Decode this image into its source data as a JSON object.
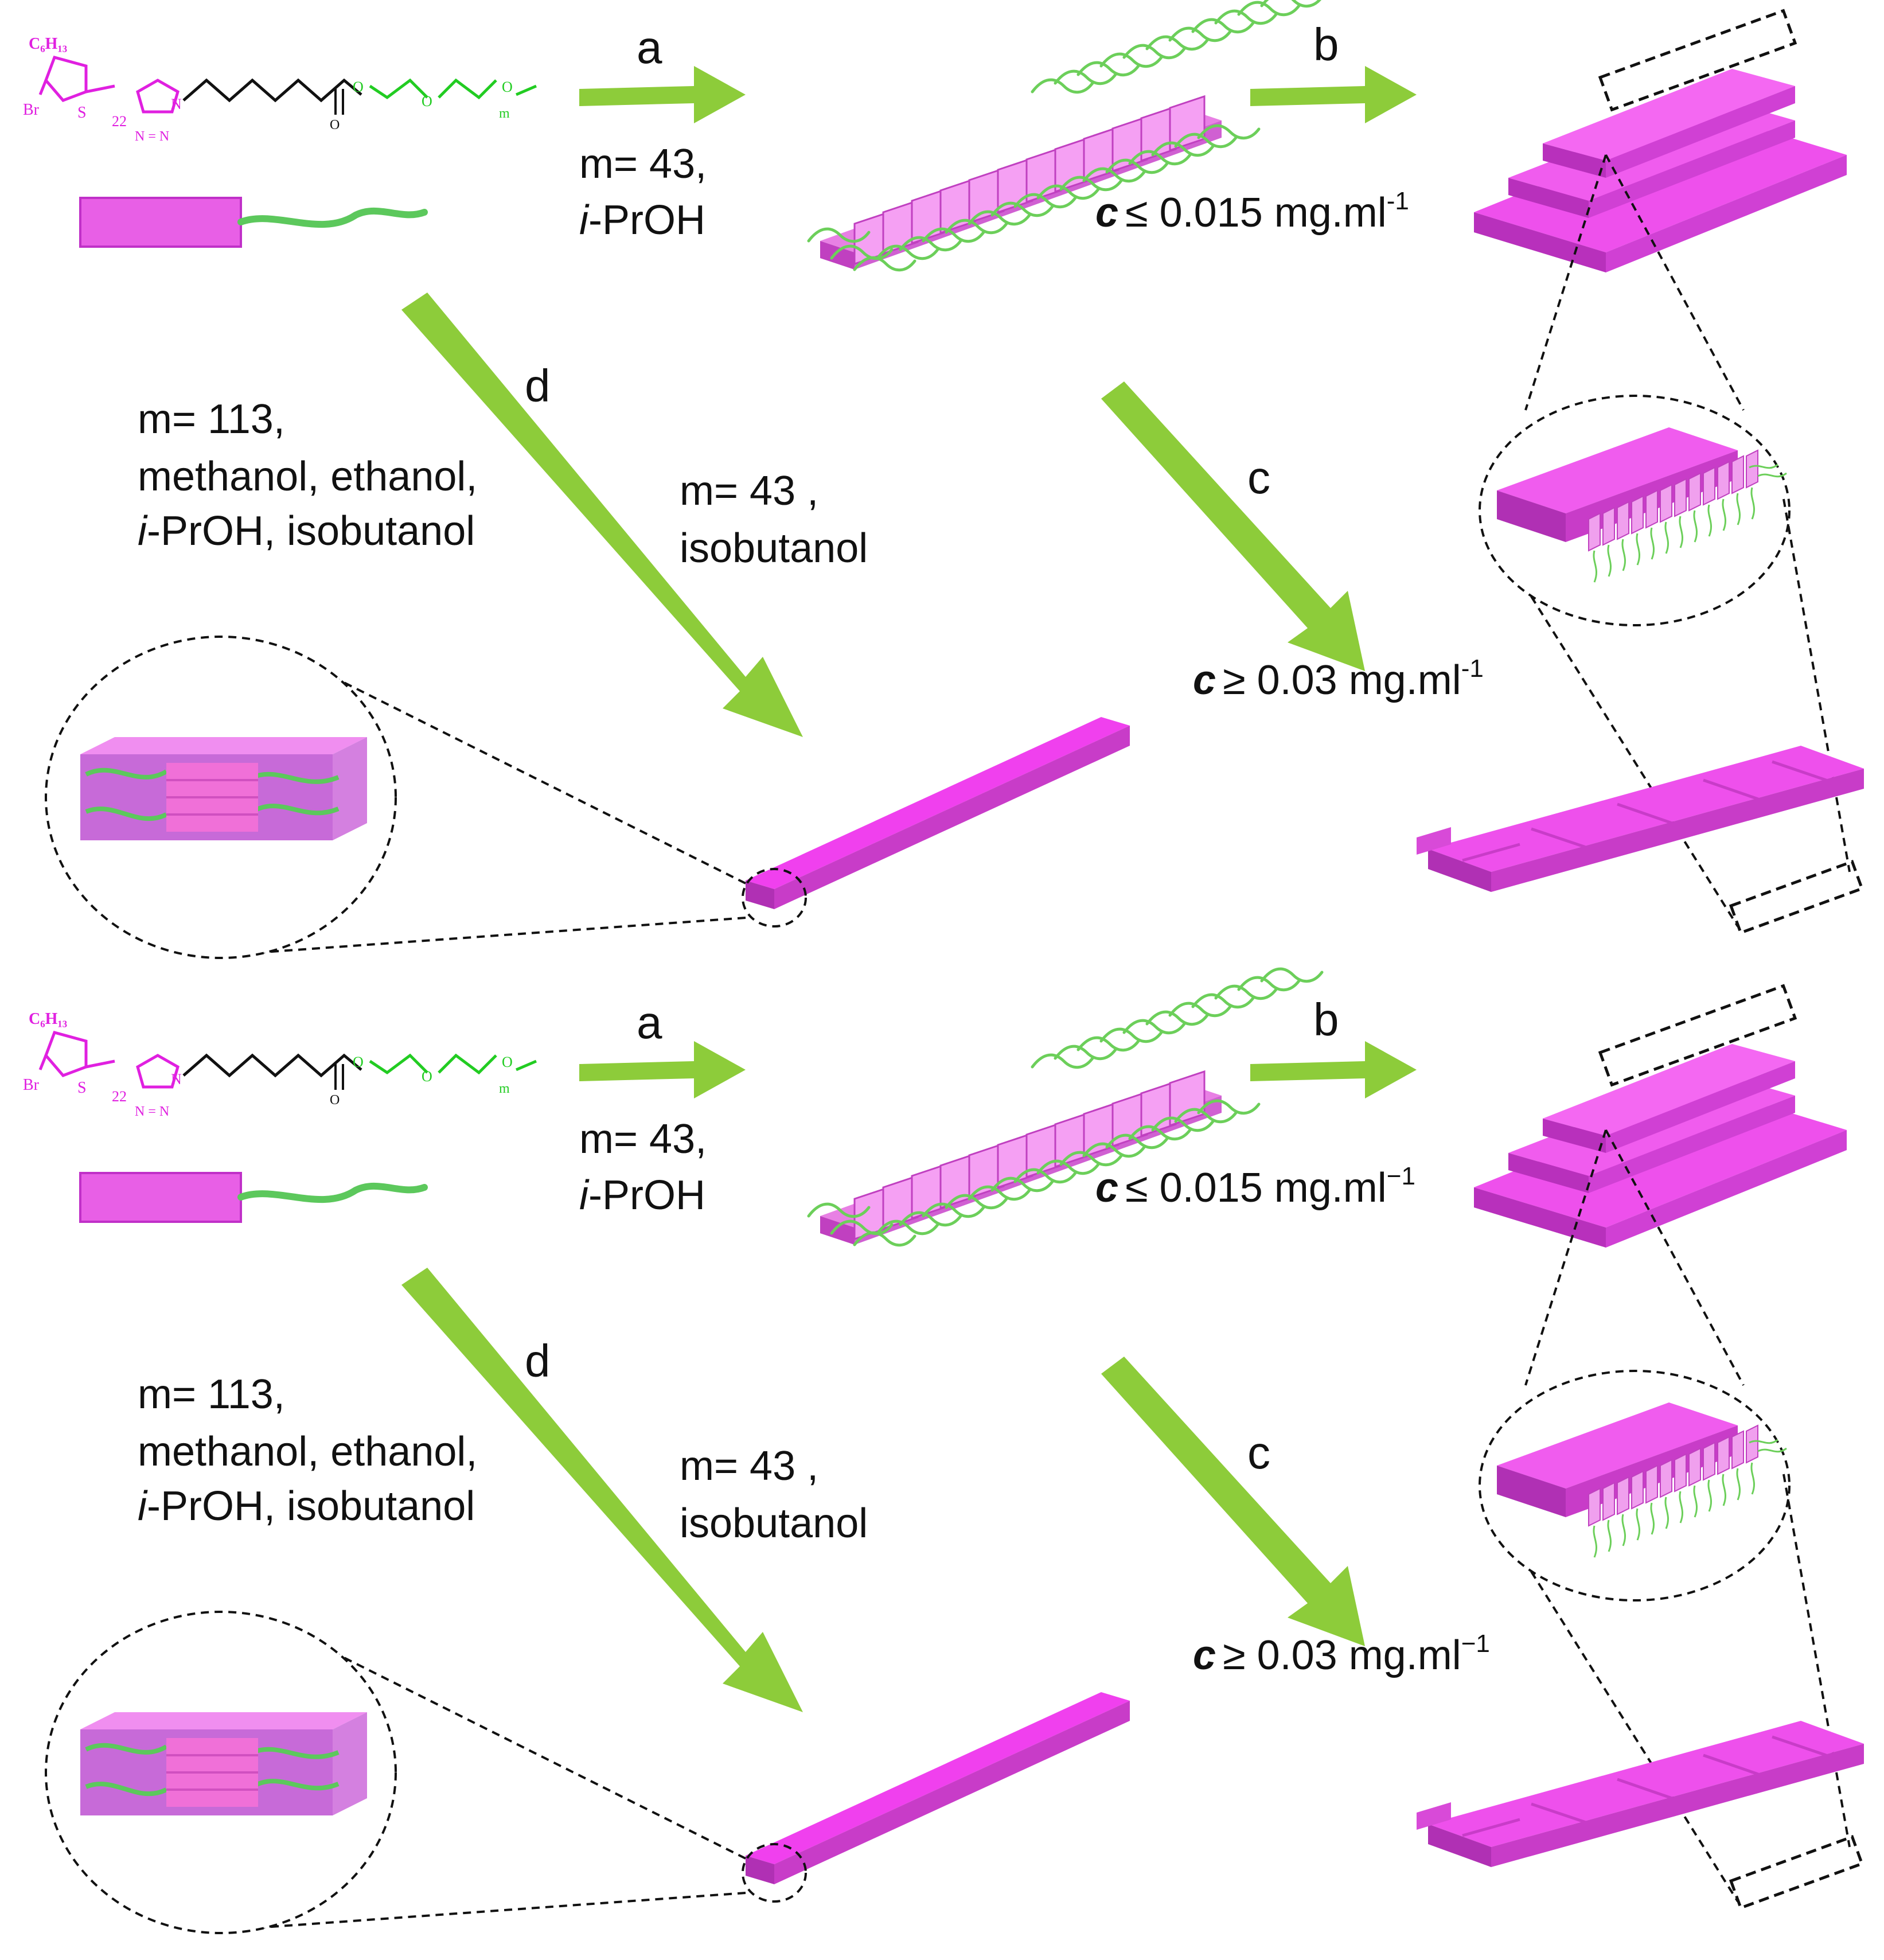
{
  "panels": [
    {
      "step_a": "a",
      "step_b": "b",
      "step_c": "c",
      "step_d": "d",
      "cond_a_line1": "m= 43,",
      "cond_a_line2_i": "i",
      "cond_a_line2_rest": "-PrOH",
      "conc_b_var": "c",
      "conc_b_text": "≤  0.015 mg.ml",
      "conc_b_sup": "-1",
      "conc_c_var": "c",
      "conc_c_text": "≥  0.03 mg.ml",
      "conc_c_sup": "-1",
      "cond_d_line1": "m= 113,",
      "cond_d_line2": "methanol, ethanol,",
      "cond_d_line3_i": "i",
      "cond_d_line3_rest": "-PrOH, isobutanol",
      "cond_e_line1": "m= 43 ,",
      "cond_e_line2": "isobutanol",
      "chem": {
        "c6h13": "C₆H₁₃",
        "br": "Br",
        "s": "S",
        "n22": "22",
        "n": "N",
        "nn": "N = N",
        "o": "O",
        "m": "m"
      }
    },
    {
      "step_a": "a",
      "step_b": "b",
      "step_c": "c",
      "step_d": "d",
      "cond_a_line1": "m= 43,",
      "cond_a_line2_i": "i",
      "cond_a_line2_rest": "-PrOH",
      "conc_b_var": "c",
      "conc_b_text": "≤  0.015 mg.ml",
      "conc_b_sup": "−1",
      "conc_c_var": "c",
      "conc_c_text": "≥  0.03 mg.ml",
      "conc_c_sup": "−1",
      "cond_d_line1": "m= 113,",
      "cond_d_line2": "methanol, ethanol,",
      "cond_d_line3_i": "i",
      "cond_d_line3_rest": "-PrOH, isobutanol",
      "cond_e_line1": "m= 43 ,",
      "cond_e_line2": "isobutanol",
      "chem": {
        "c6h13": "C₆H₁₃",
        "br": "Br",
        "s": "S",
        "n22": "22",
        "n": "N",
        "nn": "N = N",
        "o": "O",
        "m": "m"
      }
    }
  ],
  "colors": {
    "magenta": "#e83fe6",
    "magenta_dark": "#c030c8",
    "magenta_light": "#f48af2",
    "green": "#8dcc3a",
    "chain_green": "#5cc85c",
    "chem_magenta": "#e020e0",
    "chem_green": "#22cc22",
    "black": "#111111"
  }
}
